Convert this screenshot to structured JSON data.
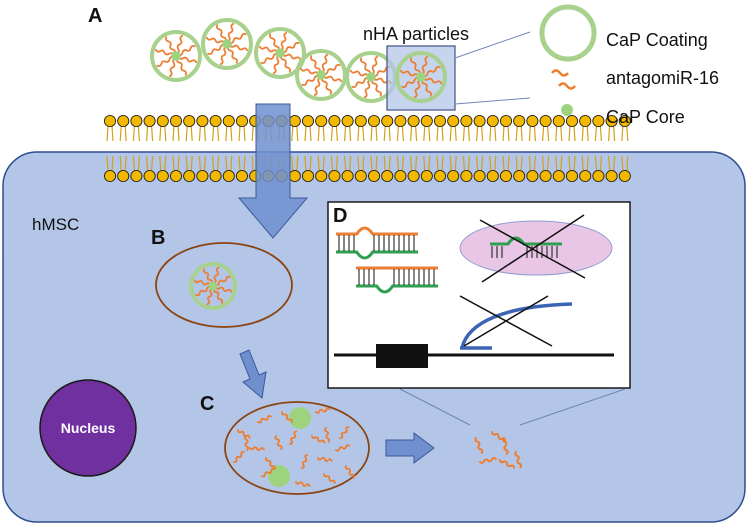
{
  "panels": {
    "a": "A",
    "b": "B",
    "c": "C",
    "d": "D"
  },
  "labels": {
    "nha": "nHA particles",
    "cell": "hMSC",
    "nucleus": "Nucleus"
  },
  "legend": {
    "coating": "CaP Coating",
    "antagomir": "antagomiR-16",
    "core": "CaP Core"
  },
  "colors": {
    "cell_fill": "#b4c6e7",
    "cell_stroke": "#2f4f8f",
    "coating": "#a9d18e",
    "core": "#9dd37f",
    "rna": "#ed7d31",
    "lipid_head": "#f5b800",
    "lipid_tail": "#d4a017",
    "arrow": "#6f8fcf",
    "vesicle_stroke": "#8b4513",
    "nucleus": "#7030a0",
    "mrna_green": "#2e9e4f",
    "mirna_blue": "#3b64b4",
    "risc": "#e9c6e6"
  },
  "icons": [
    "cap-coating-icon",
    "antagomir-icon",
    "cap-core-icon"
  ]
}
